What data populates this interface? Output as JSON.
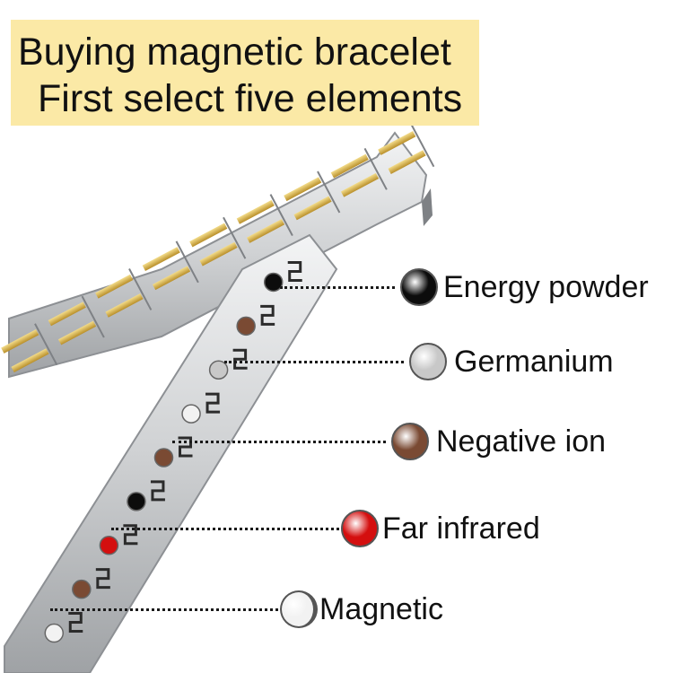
{
  "title": {
    "line1": "Buying magnetic bracelet",
    "line2": "First select five elements"
  },
  "colors": {
    "title_background": "#fbe9a6",
    "steel": "#d9dadb",
    "gold": "#d8b54a"
  },
  "legend": [
    {
      "label": "Energy powder",
      "color": "#0c0c0c"
    },
    {
      "label": "Germanium",
      "color": "#c8c8c8"
    },
    {
      "label": "Negative ion",
      "color": "#7a4a33"
    },
    {
      "label": "Far infrared",
      "color": "#d40f0f"
    },
    {
      "label": "Magnetic",
      "color": "#f2f2f2"
    }
  ]
}
